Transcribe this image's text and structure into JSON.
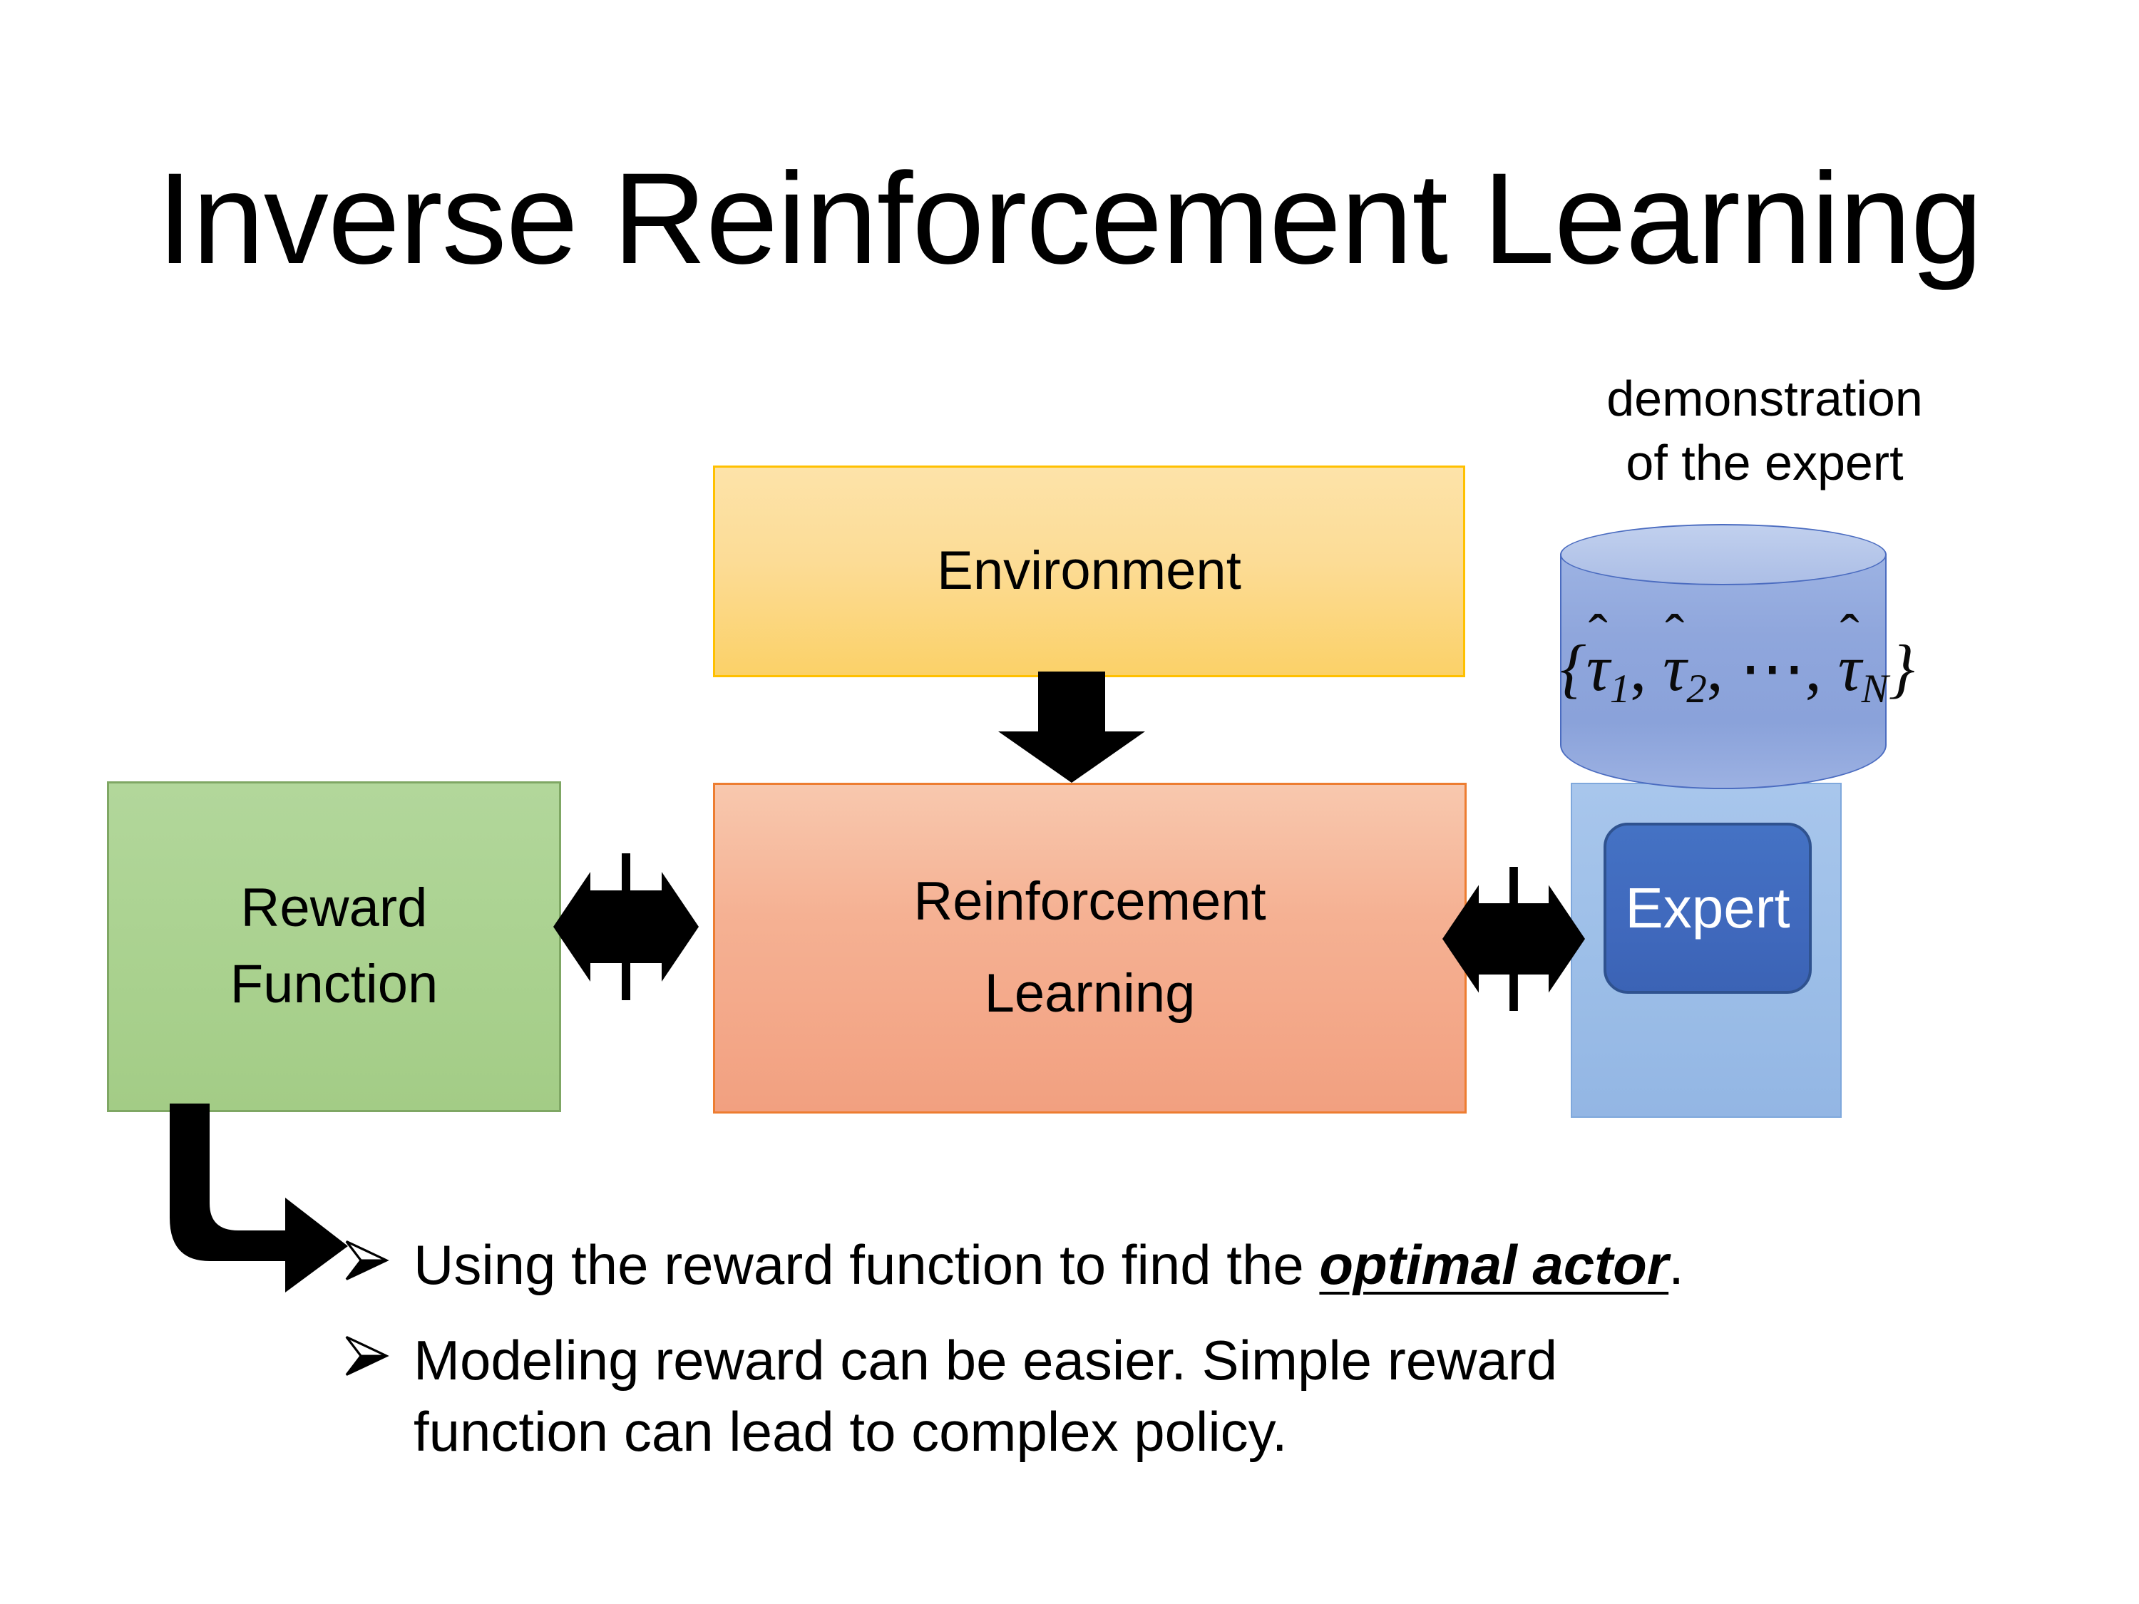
{
  "slide": {
    "title": "Inverse Reinforcement Learning",
    "background_color": "#FFFFFF"
  },
  "diagram": {
    "environment_box": {
      "label": "Environment",
      "fill_color": "#FCDC96",
      "border_color": "#FFC000"
    },
    "reward_box": {
      "label_line1": "Reward",
      "label_line2": "Function",
      "fill_color": "#A9D18E",
      "border_color": "#7FA764"
    },
    "rl_box": {
      "label_line1": "Reinforcement",
      "label_line2": "Learning",
      "fill_color": "#F5B193",
      "border_color": "#ED7D31"
    },
    "expert_panel": {
      "fill_color": "#9DBFE8",
      "chip_label": "Expert",
      "chip_fill_color": "#4472C4",
      "chip_border_color": "#2F528F",
      "chip_text_color": "#FFFFFF"
    },
    "demonstration": {
      "caption_line1": "demonstration",
      "caption_line2": "of the expert",
      "cylinder_fill_color": "#8FA6DC",
      "cylinder_border_color": "#4B6CC0",
      "trajectory_set": {
        "open_brace": "{",
        "tau_symbol": "τ",
        "hat_symbol": "̂",
        "items": [
          "1",
          "2",
          "N"
        ],
        "ellipsis": "⋯",
        "separator": ",",
        "close_brace": "}",
        "plain_text": "{τ̂1, τ̂2, ⋯, τ̂N}"
      }
    },
    "connectors": [
      {
        "name": "environment-to-rl-arrow",
        "kind": "down-arrow"
      },
      {
        "name": "reward-rl-quad-arrow",
        "kind": "four-way-arrow"
      },
      {
        "name": "rl-expert-quad-arrow",
        "kind": "four-way-arrow"
      },
      {
        "name": "reward-to-bullets-arrow",
        "kind": "elbow-arrow"
      }
    ]
  },
  "bullets": [
    {
      "marker": "➢",
      "text_before": "Using the reward function to find the ",
      "emphasis": "optimal actor",
      "text_after": "."
    },
    {
      "marker": "➢",
      "line1": "Modeling reward can be easier. Simple reward",
      "line2": "function can lead to complex policy."
    }
  ]
}
